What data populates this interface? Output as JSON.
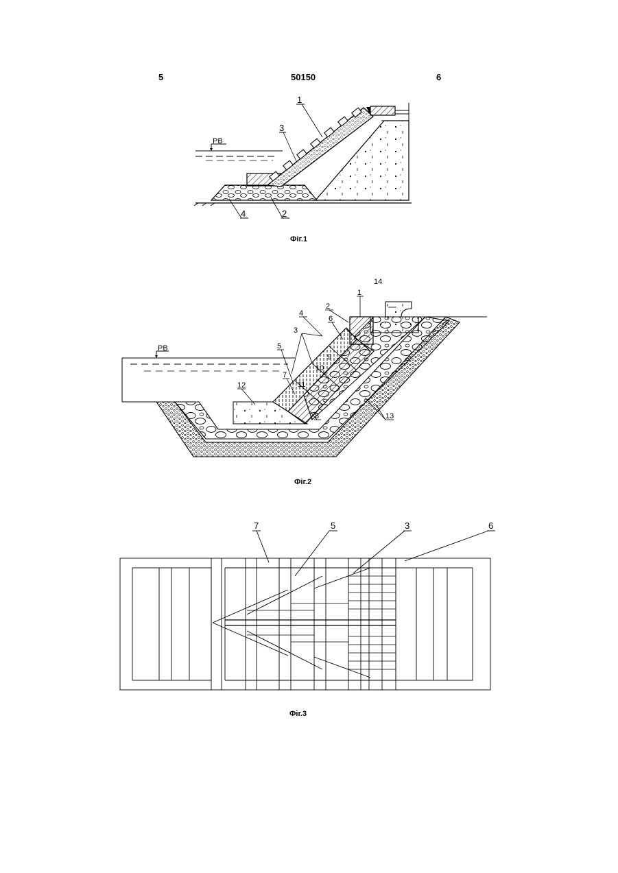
{
  "header": {
    "left_page": "5",
    "patent_number": "50150",
    "right_page": "6"
  },
  "fig1": {
    "caption": "Фіг.1",
    "water_level_label": "РВ",
    "callouts": [
      "1",
      "3",
      "4",
      "2"
    ]
  },
  "fig2": {
    "caption": "Фіг.2",
    "water_level_label": "РВ",
    "callouts": [
      "14",
      "1",
      "2",
      "4",
      "6",
      "3",
      "5",
      "9",
      "10",
      "7",
      "11",
      "12",
      "8",
      "13"
    ]
  },
  "fig3": {
    "caption": "Фіг.3",
    "callouts": [
      "7",
      "5",
      "3",
      "6"
    ]
  }
}
